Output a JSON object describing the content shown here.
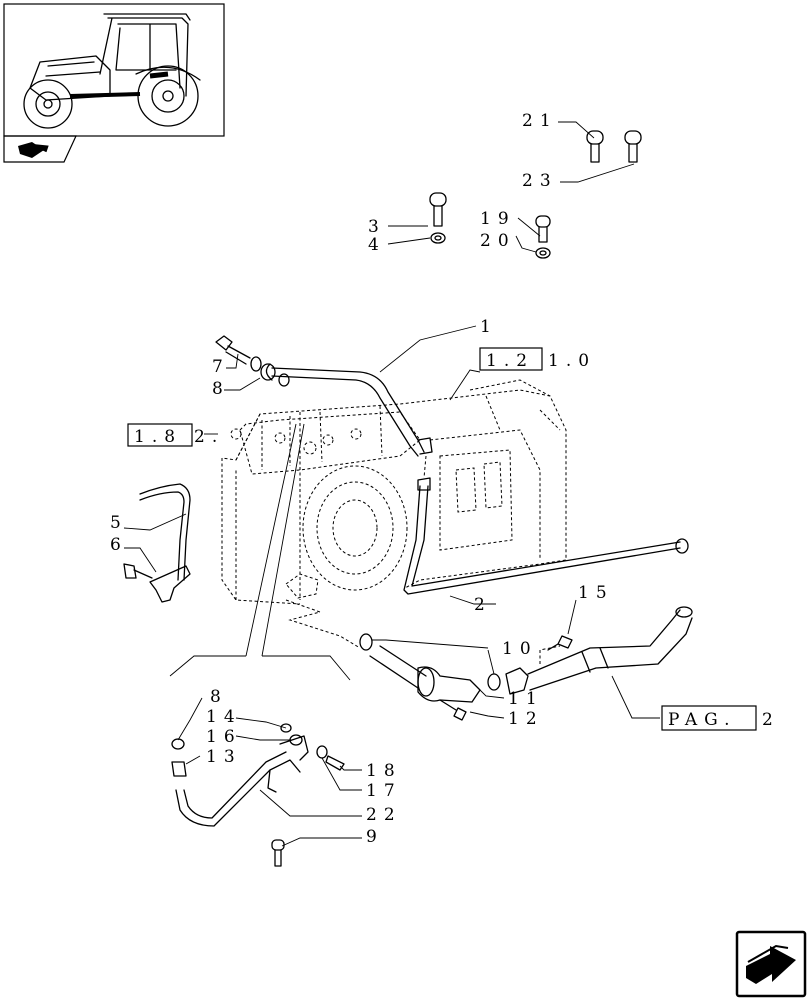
{
  "diagram": {
    "callouts": [
      {
        "id": "c1",
        "text": "1"
      },
      {
        "id": "c2",
        "text": "2"
      },
      {
        "id": "c3",
        "text": "3"
      },
      {
        "id": "c4",
        "text": "4"
      },
      {
        "id": "c5",
        "text": "5"
      },
      {
        "id": "c6",
        "text": "6"
      },
      {
        "id": "c7",
        "text": "7"
      },
      {
        "id": "c8a",
        "text": "8"
      },
      {
        "id": "c8b",
        "text": "8"
      },
      {
        "id": "c9",
        "text": "9"
      },
      {
        "id": "c10",
        "text": "10"
      },
      {
        "id": "c11",
        "text": "11"
      },
      {
        "id": "c12",
        "text": "12"
      },
      {
        "id": "c13",
        "text": "13"
      },
      {
        "id": "c14",
        "text": "14"
      },
      {
        "id": "c15",
        "text": "15"
      },
      {
        "id": "c16",
        "text": "16"
      },
      {
        "id": "c17",
        "text": "17"
      },
      {
        "id": "c18",
        "text": "18"
      },
      {
        "id": "c19",
        "text": "19"
      },
      {
        "id": "c20",
        "text": "20"
      },
      {
        "id": "c21",
        "text": "21"
      },
      {
        "id": "c22",
        "text": "22"
      },
      {
        "id": "c23",
        "text": "23"
      }
    ],
    "references": {
      "ref_a": {
        "boxed": "1.2",
        "rest": "1.0"
      },
      "ref_b": {
        "boxed": "1.8",
        "rest": "2."
      },
      "ref_c": {
        "boxed": "PAG.",
        "rest": "2"
      }
    }
  }
}
